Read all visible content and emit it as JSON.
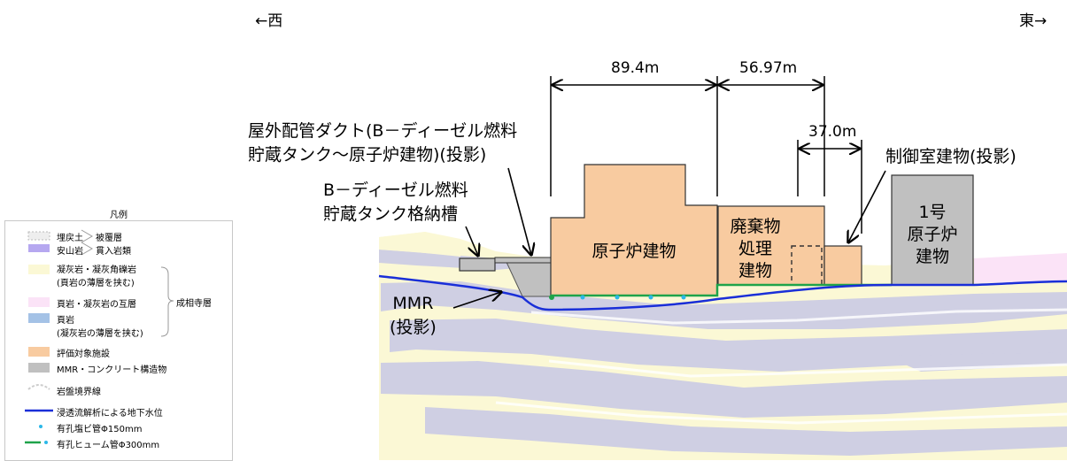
{
  "directions": {
    "west": "←西",
    "east": "東→"
  },
  "dimensions": {
    "d1": "89.4m",
    "d2": "56.97m",
    "d3": "37.0m"
  },
  "labels": {
    "duct_line1": "屋外配管ダクト(B－ディーゼル燃料",
    "duct_line2": "貯蔵タンク～原子炉建物)(投影)",
    "tank_line1": "B－ディーゼル燃料",
    "tank_line2": "貯蔵タンク格納槽",
    "control_room": "制御室建物(投影)",
    "mmr_line1": "MMR",
    "mmr_line2": "(投影)"
  },
  "buildings": {
    "reactor": "原子炉建物",
    "waste_line1": "廃棄物",
    "waste_line2": "処理",
    "waste_line3": "建物",
    "unit1_line1": "1号",
    "unit1_line2": "原子炉",
    "unit1_line3": "建物"
  },
  "legend": {
    "title": "凡例",
    "fill": "埋戻土",
    "andesite": "安山岩",
    "cover": "被覆層",
    "intrusive": "貫入岩類",
    "tuff_line1": "凝灰岩・凝灰角礫岩",
    "tuff_line2": "(頁岩の薄層を挟む)",
    "shale_tuff": "頁岩・凝灰岩の互層",
    "shale_line1": "頁岩",
    "shale_line2": "(凝灰岩の薄層を挟む)",
    "formation": "成相寺層",
    "eval": "評価対象施設",
    "mmr": "MMR・コンクリート構造物",
    "bedrock": "岩盤境界線",
    "groundwater": "浸透流解析による地下水位",
    "pvc": "有孔塩ビ管Φ150mm",
    "hume": "有孔ヒューム管Φ300mm"
  },
  "colors": {
    "facility": "#f8cba0",
    "mmr_concrete": "#c0c0c0",
    "tuff": "#fbf8d5",
    "shale": "#cfcfe3",
    "shale_tuff": "#fbe3f7",
    "andesite": "#b6a8f0",
    "shale_legend": "#a4c2e6",
    "groundwater": "#1a2fd8",
    "hume_pipe": "#1fa34a",
    "pvc_pipe": "#2cb8e8"
  }
}
